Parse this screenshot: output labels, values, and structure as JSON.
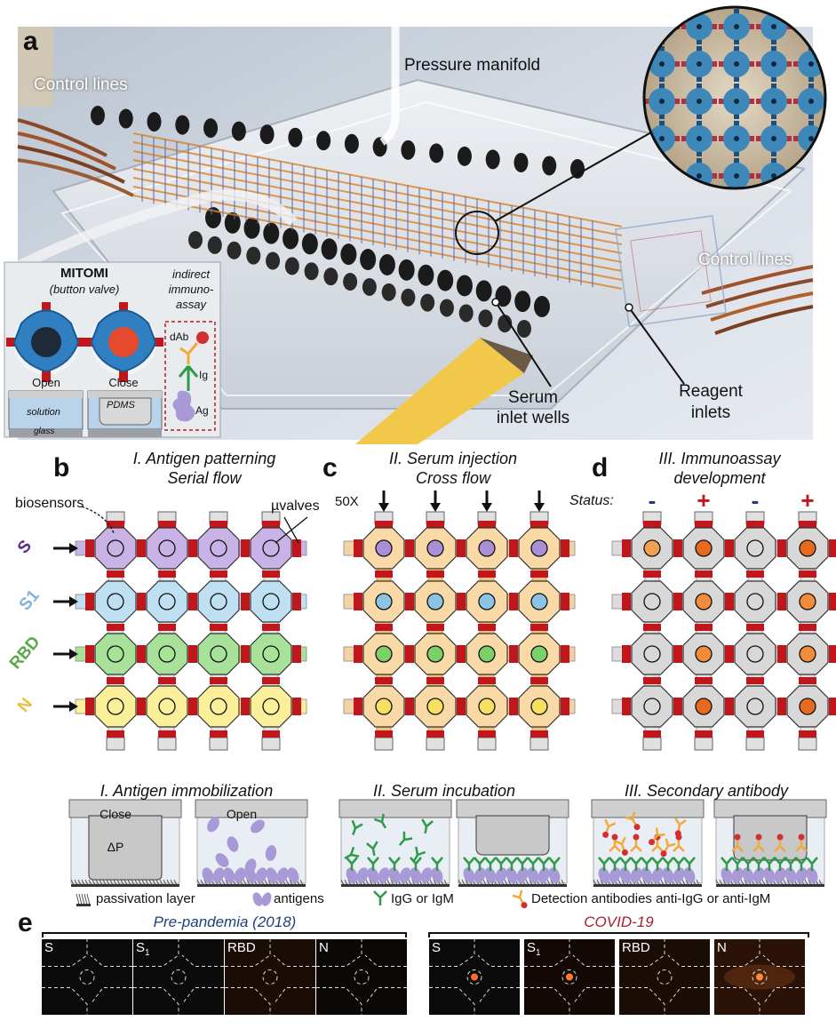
{
  "panels": {
    "a": {
      "letter": "a",
      "labels": {
        "control_lines_left": "Control lines",
        "pressure_manifold": "Pressure manifold",
        "control_lines_right": "Control lines",
        "serum_inlet_wells_1": "Serum",
        "serum_inlet_wells_2": "inlet wells",
        "reagent_inlets_1": "Reagent",
        "reagent_inlets_2": "inlets"
      },
      "inset": {
        "title": "MITOMI",
        "subtitle": "(button valve)",
        "assay_1": "indirect",
        "assay_2": "immuno-",
        "assay_3": "assay",
        "open": "Open",
        "close": "Close",
        "solution": "solution",
        "pdms": "PDMS",
        "glass": "glass",
        "dab": "dAb",
        "ig": "Ig",
        "ag": "Ag"
      }
    },
    "b": {
      "letter": "b",
      "title_1": "I. Antigen patterning",
      "title_2": "Serial flow",
      "biosensors": "biosensors",
      "uvalves": "µvalves",
      "rows": [
        {
          "label": "S",
          "color": "#5b2a8c",
          "fill": "#c9b3e6",
          "dot": "#a98fd6"
        },
        {
          "label": "S1",
          "color": "#7fb3d9",
          "fill": "#bfe0f2",
          "dot": "#8cc4e6"
        },
        {
          "label": "RBD",
          "color": "#5aa84a",
          "fill": "#a8e29a",
          "dot": "#7bd06a"
        },
        {
          "label": "N",
          "color": "#e8c040",
          "fill": "#fbef9a",
          "dot": "#f5e060"
        }
      ]
    },
    "c": {
      "letter": "c",
      "title_1": "II. Serum injection",
      "title_2": "Cross flow",
      "fold": "50X"
    },
    "d": {
      "letter": "d",
      "title_1": "III. Immunoassay",
      "title_2": "development",
      "status_label": "Status:",
      "status": [
        "-",
        "+",
        "-",
        "+"
      ]
    },
    "steps": {
      "step1": "I. Antigen immobilization",
      "step2": "II. Serum incubation",
      "step3": "III. Secondary antibody",
      "close": "Close",
      "open": "Open",
      "dp": "ΔP"
    },
    "legend": {
      "passivation": "passivation layer",
      "antigens": "antigens",
      "igg": "IgG or IgM",
      "detection": "Detection antibodies anti-IgG or anti-IgM"
    },
    "e": {
      "letter": "e",
      "group1": "Pre-pandemia (2018)",
      "group2": "COVID-19",
      "tiles_1": [
        "S",
        "S",
        "RBD",
        "N"
      ],
      "tiles_2": [
        "S",
        "S",
        "RBD",
        "N"
      ],
      "subscript": "1"
    }
  },
  "colors": {
    "valve_red": "#c0171d",
    "chamber_grey": "#d8d8d8",
    "serum_orange": "#f6c78a",
    "covid_red": "#a8202a",
    "prepandemic_blue": "#1f3f7a"
  }
}
